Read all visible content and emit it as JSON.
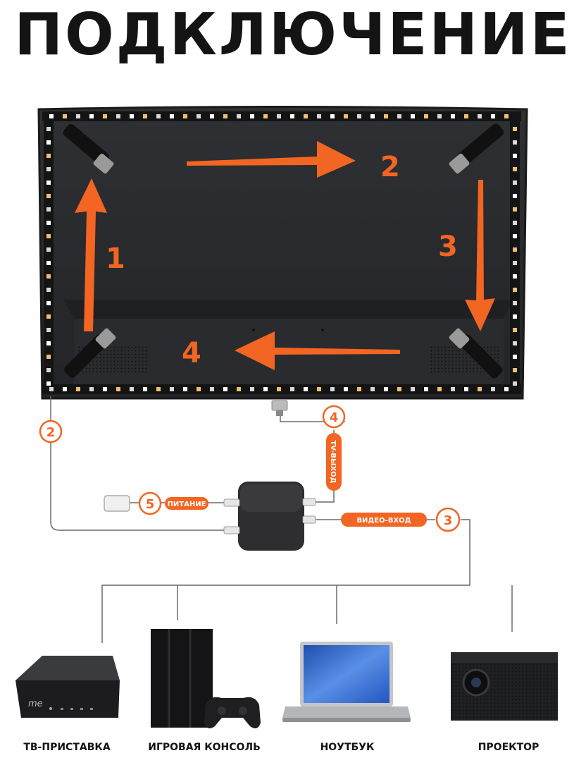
{
  "title": "ПОДКЛЮЧЕНИЕ",
  "colors": {
    "accent": "#f26522",
    "text": "#141414",
    "screen": "#2b2d30",
    "wire": "#6a6a6a"
  },
  "arrows": {
    "step1": "1",
    "step2": "2",
    "step3": "3",
    "step4": "4"
  },
  "connections": {
    "tv_out": {
      "number": "4",
      "label": "TV-ВЫХОД"
    },
    "power": {
      "number": "5",
      "label": "ПИТАНИЕ"
    },
    "video_in": {
      "number": "3",
      "label": "ВИДЕО-ВХОД"
    },
    "strip": {
      "number": "2"
    }
  },
  "devices": [
    {
      "label": "ТВ-ПРИСТАВКА",
      "icon": "tv-box-icon"
    },
    {
      "label": "ИГРОВАЯ КОНСОЛЬ",
      "icon": "game-console-icon"
    },
    {
      "label": "НОУТБУК",
      "icon": "laptop-icon"
    },
    {
      "label": "ПРОЕКТОР",
      "icon": "projector-icon"
    }
  ],
  "tv_box_brand": "me"
}
